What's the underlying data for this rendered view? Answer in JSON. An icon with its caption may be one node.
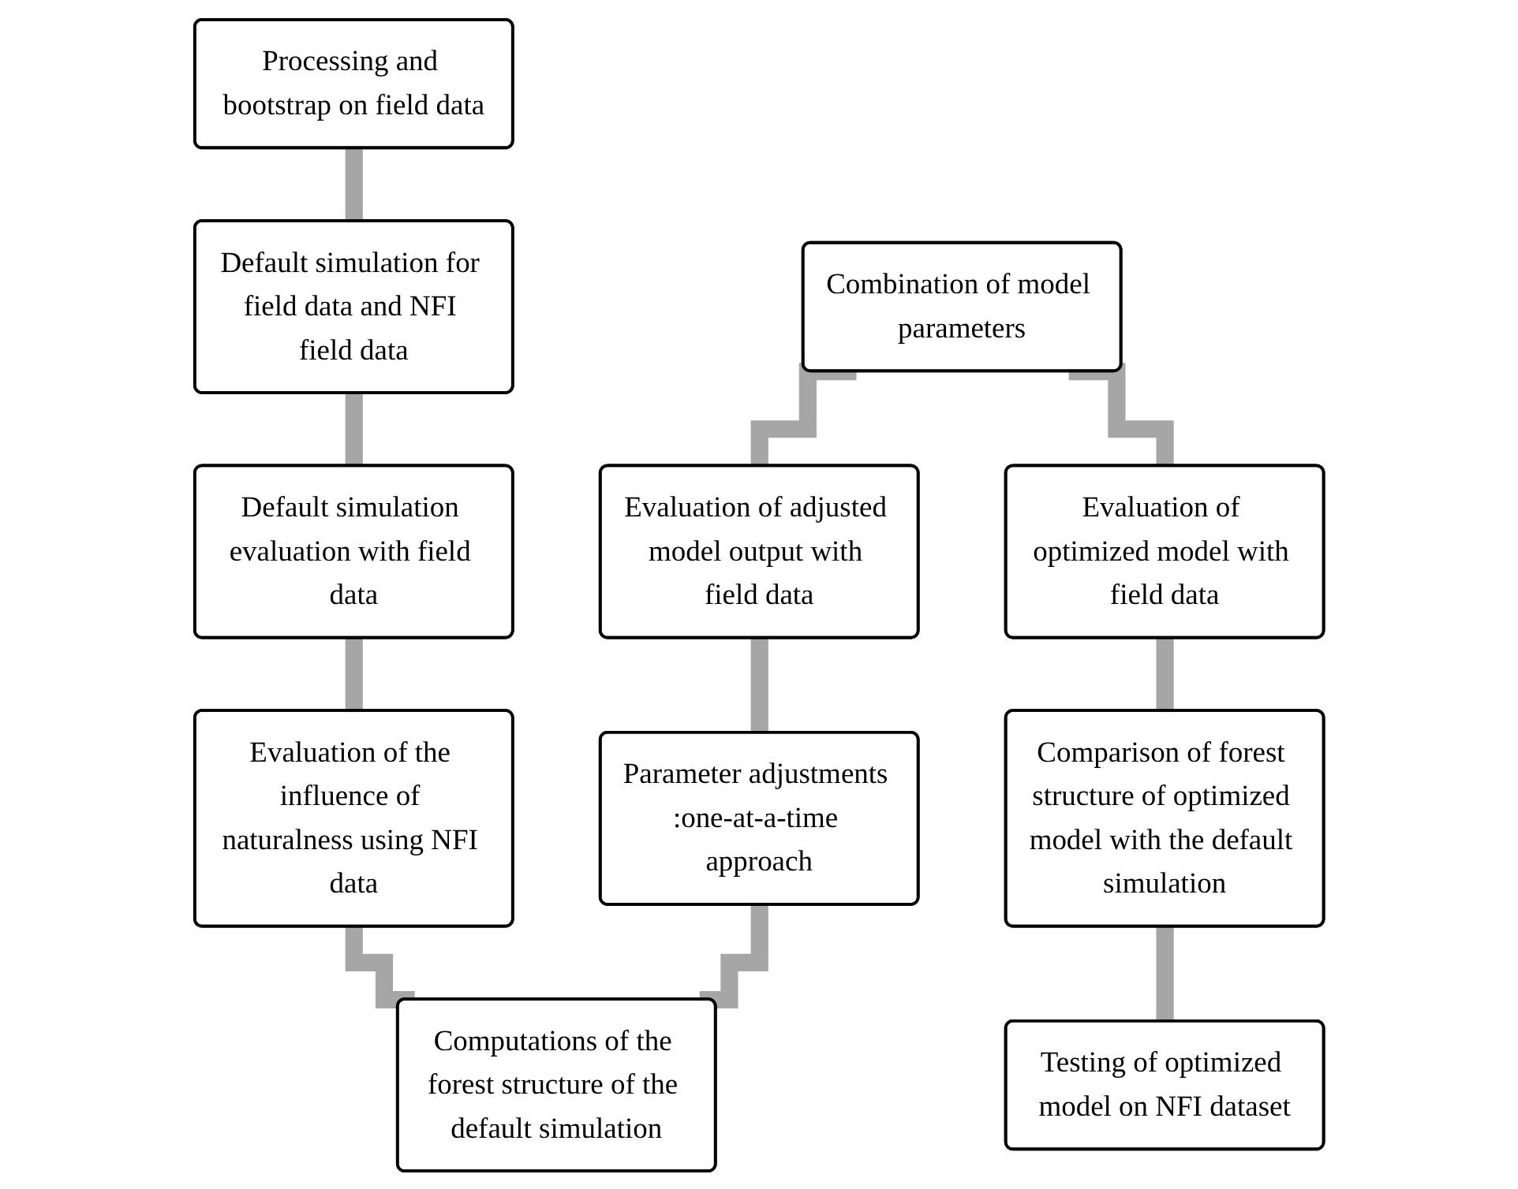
{
  "diagram": {
    "nodes": [
      {
        "text": [
          "Processing and bootstrap on field data"
        ]
      },
      {
        "text": [
          "Default simulation for field data and NFI field data"
        ]
      },
      {
        "text": [
          "Default simulation evaluation with field data"
        ]
      },
      {
        "text": [
          "Evaluation of the influence of naturalness using NFI data"
        ]
      },
      {
        "text": [
          "Computations of the forest structure of the default simulation"
        ]
      },
      {
        "text": [
          "Parameter adjustments :one-at-a-time approach"
        ]
      },
      {
        "text": [
          "Evaluation of adjusted model output with field data"
        ]
      },
      {
        "text": [
          "Combination of model parameters"
        ]
      },
      {
        "text": [
          "Evaluation of optimized model with field data"
        ]
      },
      {
        "text": [
          "Comparison of forest structure of optimized model with the default simulation"
        ]
      },
      {
        "text": [
          "Testing of optimized model on NFI dataset"
        ]
      }
    ],
    "edges": [
      {
        "from": 0,
        "to": 1,
        "arrow": "none"
      },
      {
        "from": 1,
        "to": 2,
        "arrow": "none"
      },
      {
        "from": 2,
        "to": 3,
        "arrow": "none"
      },
      {
        "from": 3,
        "to": 4,
        "arrow": "none"
      },
      {
        "from": 4,
        "to": 5,
        "arrow": "none"
      },
      {
        "from": 5,
        "to": 6,
        "arrow": "none"
      },
      {
        "from": 6,
        "to": 7,
        "arrow": "none"
      },
      {
        "from": 7,
        "to": 8,
        "arrow": "none"
      },
      {
        "from": 8,
        "to": 9,
        "arrow": "none"
      },
      {
        "from": 9,
        "to": 10,
        "arrow": "none"
      }
    ]
  }
}
